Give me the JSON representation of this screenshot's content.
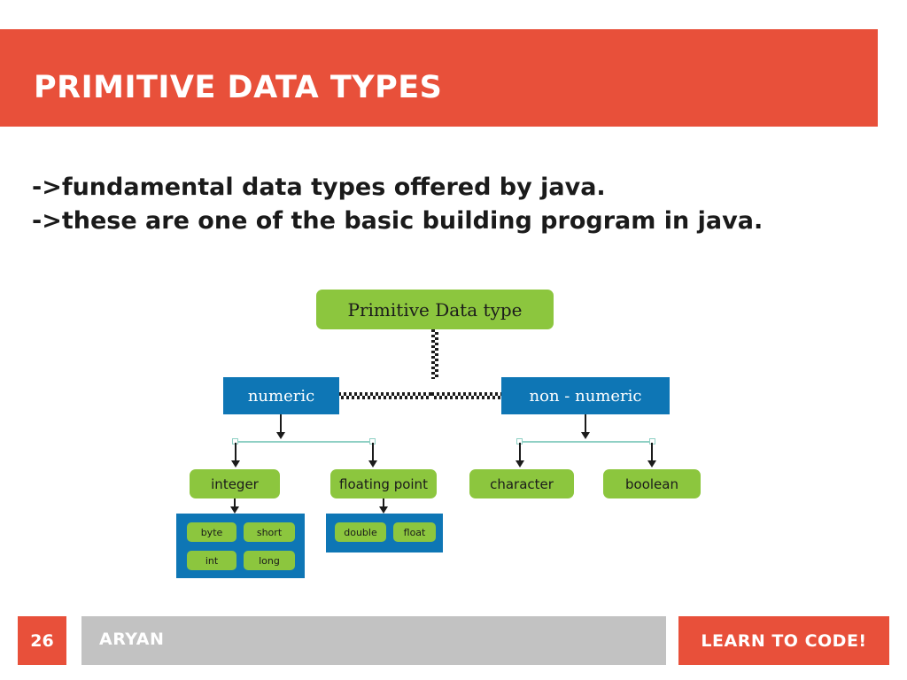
{
  "slide": {
    "title": "PRIMITIVE DATA TYPES",
    "bullets": [
      "->fundamental data types offered by java.",
      "->these are one of the basic building program in java."
    ],
    "colors": {
      "accent": "#e8503a",
      "green": "#8cc63e",
      "blue": "#0e76b5",
      "footer_band": "#c2c2c2",
      "teal_line": "#8fd0c4"
    }
  },
  "diagram": {
    "root": "Primitive Data type",
    "branches": [
      {
        "label": "numeric",
        "children": [
          {
            "label": "integer",
            "chips": [
              "byte",
              "short",
              "int",
              "long"
            ]
          },
          {
            "label": "floating point",
            "chips": [
              "double",
              "float"
            ]
          }
        ]
      },
      {
        "label": "non - numeric",
        "children": [
          {
            "label": "character",
            "chips": []
          },
          {
            "label": "boolean",
            "chips": []
          }
        ]
      }
    ]
  },
  "footer": {
    "page_number": "26",
    "author": "ARYAN",
    "cta": "LEARN TO CODE!"
  }
}
